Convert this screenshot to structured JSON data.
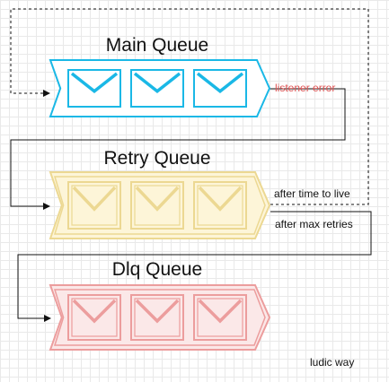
{
  "queues": [
    {
      "title": "Main Queue",
      "fill": "#ffffff",
      "stroke": "#1ab8e6",
      "messages": 3
    },
    {
      "title": "Retry Queue",
      "fill": "#fdf5d8",
      "stroke": "#ecd892",
      "messages": 3
    },
    {
      "title": "Dlq Queue",
      "fill": "#fbe8e8",
      "stroke": "#ec9d9d",
      "messages": 3
    }
  ],
  "edges": [
    {
      "label": "listener error",
      "color": "#e05555"
    },
    {
      "label": "after time to live",
      "color": "#111111"
    },
    {
      "label": "after max retries",
      "color": "#111111"
    }
  ],
  "footer": {
    "text": "ludic way"
  }
}
